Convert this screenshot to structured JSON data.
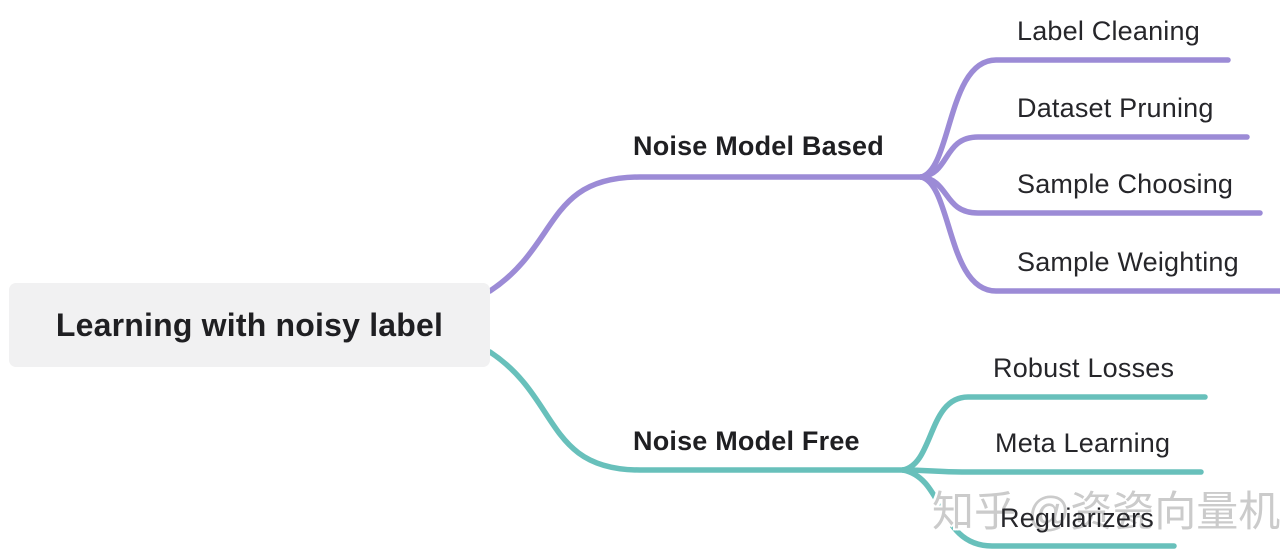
{
  "root": {
    "label": "Learning with noisy label"
  },
  "branches": [
    {
      "label": "Noise Model Based",
      "color": "#9c8bd6",
      "children": [
        {
          "label": "Label Cleaning"
        },
        {
          "label": "Dataset Pruning"
        },
        {
          "label": "Sample Choosing"
        },
        {
          "label": "Sample Weighting"
        }
      ]
    },
    {
      "label": "Noise Model Free",
      "color": "#68c0bb",
      "children": [
        {
          "label": "Robust Losses"
        },
        {
          "label": "Meta Learning"
        },
        {
          "label": "Reguiarizers"
        }
      ]
    }
  ],
  "watermark": {
    "text": "知乎 @资瓷向量机"
  },
  "colors": {
    "background": "#ffffff",
    "root_node_bg": "#f1f1f2",
    "text": "#1f1f22",
    "branch_purple": "#9c8bd6",
    "branch_teal": "#68c0bb",
    "watermark_gray": "#cbcbcb"
  }
}
